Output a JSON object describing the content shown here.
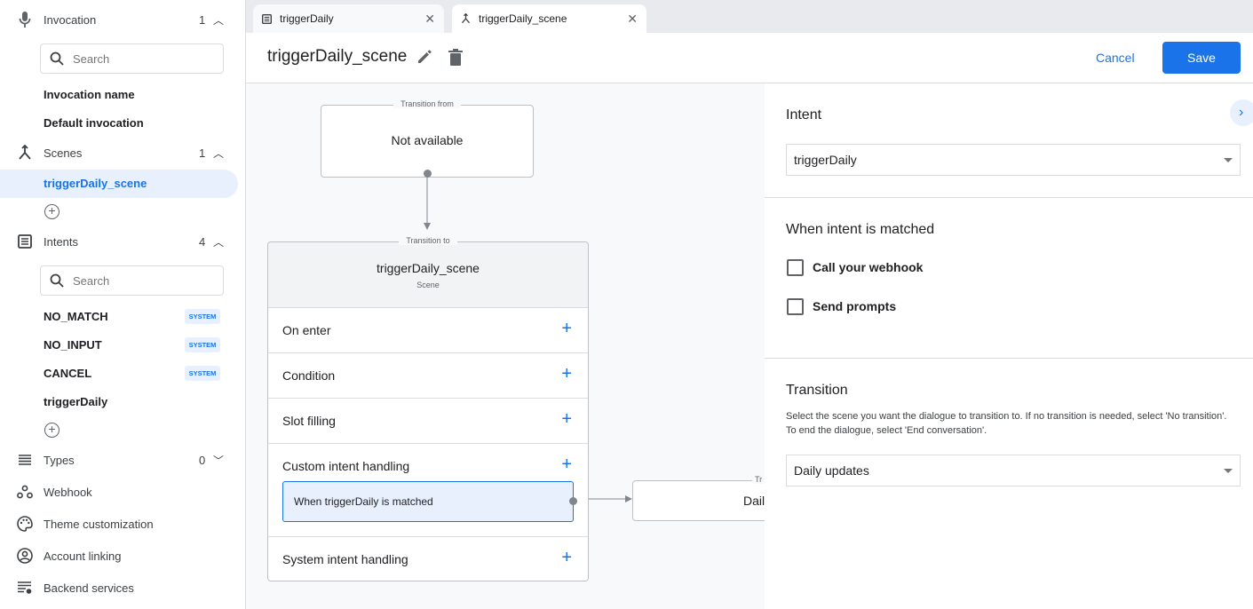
{
  "sidebar": {
    "invocation": {
      "label": "Invocation",
      "count": "1",
      "search_placeholder": "Search",
      "items": [
        "Invocation name",
        "Default invocation"
      ]
    },
    "scenes": {
      "label": "Scenes",
      "count": "1",
      "items": [
        "triggerDaily_scene"
      ],
      "selected": "triggerDaily_scene"
    },
    "intents": {
      "label": "Intents",
      "count": "4",
      "search_placeholder": "Search",
      "items": [
        {
          "label": "NO_MATCH",
          "badge": "SYSTEM"
        },
        {
          "label": "NO_INPUT",
          "badge": "SYSTEM"
        },
        {
          "label": "CANCEL",
          "badge": "SYSTEM"
        },
        {
          "label": "triggerDaily"
        }
      ]
    },
    "types": {
      "label": "Types",
      "count": "0"
    },
    "links": [
      "Webhook",
      "Theme customization",
      "Account linking",
      "Backend services"
    ]
  },
  "tabs": [
    {
      "label": "triggerDaily",
      "icon": "intent-icon"
    },
    {
      "label": "triggerDaily_scene",
      "icon": "scene-icon",
      "active": true
    }
  ],
  "header": {
    "title": "triggerDaily_scene",
    "cancel": "Cancel",
    "save": "Save"
  },
  "canvas": {
    "from": {
      "legend": "Transition from",
      "text": "Not available"
    },
    "to": {
      "legend": "Transition to",
      "title": "triggerDaily_scene",
      "subtitle": "Scene",
      "rows": [
        "On enter",
        "Condition",
        "Slot filling",
        "Custom intent handling",
        "System intent handling"
      ],
      "handler": "When triggerDaily is matched"
    },
    "next": {
      "legend": "Tr",
      "text": "Dail"
    }
  },
  "panel": {
    "intent_label": "Intent",
    "intent_value": "triggerDaily",
    "matched_label": "When intent is matched",
    "checkboxes": [
      {
        "label": "Call your webhook",
        "checked": false
      },
      {
        "label": "Send prompts",
        "checked": false
      }
    ],
    "transition_label": "Transition",
    "transition_desc": "Select the scene you want the dialogue to transition to. If no transition is needed, select 'No transition'. To end the dialogue, select 'End conversation'.",
    "transition_value": "Daily updates"
  },
  "colors": {
    "accent": "#1a73e8",
    "selected_bg": "#e8f0fe"
  }
}
